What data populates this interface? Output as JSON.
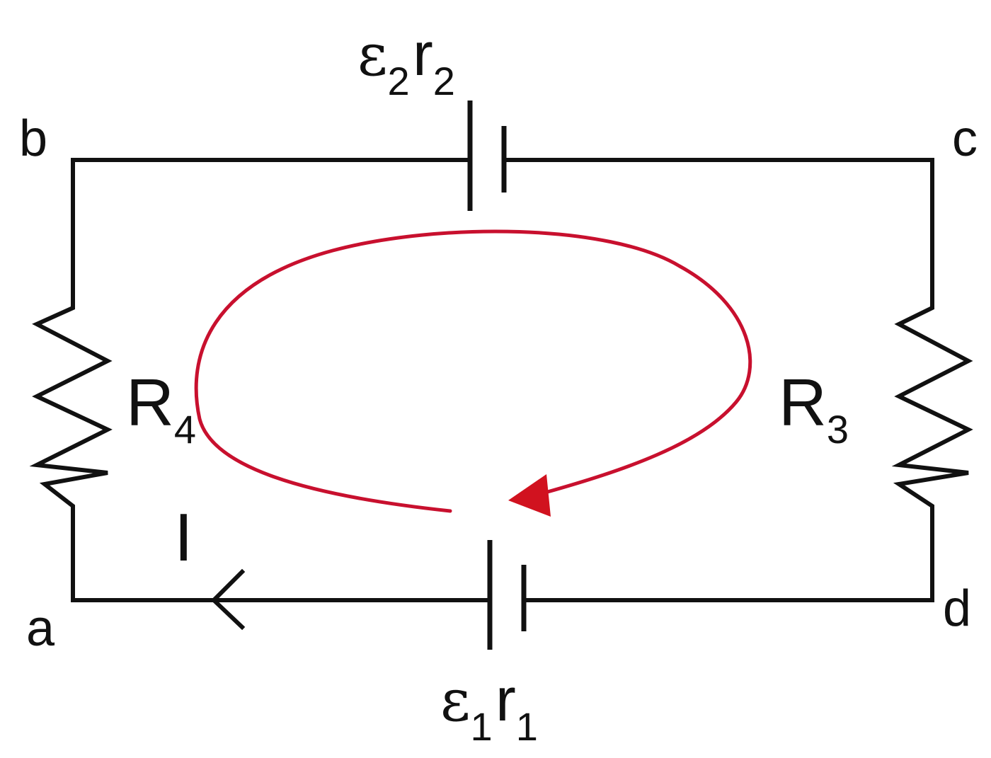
{
  "nodes": {
    "a": "a",
    "b": "b",
    "c": "c",
    "d": "d"
  },
  "resistors": {
    "left": {
      "name": "R",
      "sub": "4"
    },
    "right": {
      "name": "R",
      "sub": "3"
    }
  },
  "batteries": {
    "top": {
      "emf": "ε",
      "emf_sub": "2",
      "r": "r",
      "r_sub": "2"
    },
    "bottom": {
      "emf": "ε",
      "emf_sub": "1",
      "r": "r",
      "r_sub": "1"
    }
  },
  "current": {
    "label": "I"
  },
  "colors": {
    "wire": "#111111",
    "loop": "#c8102e"
  },
  "icons": {
    "loop": "clockwise-loop-arrow-icon",
    "current": "current-direction-arrow-icon"
  }
}
